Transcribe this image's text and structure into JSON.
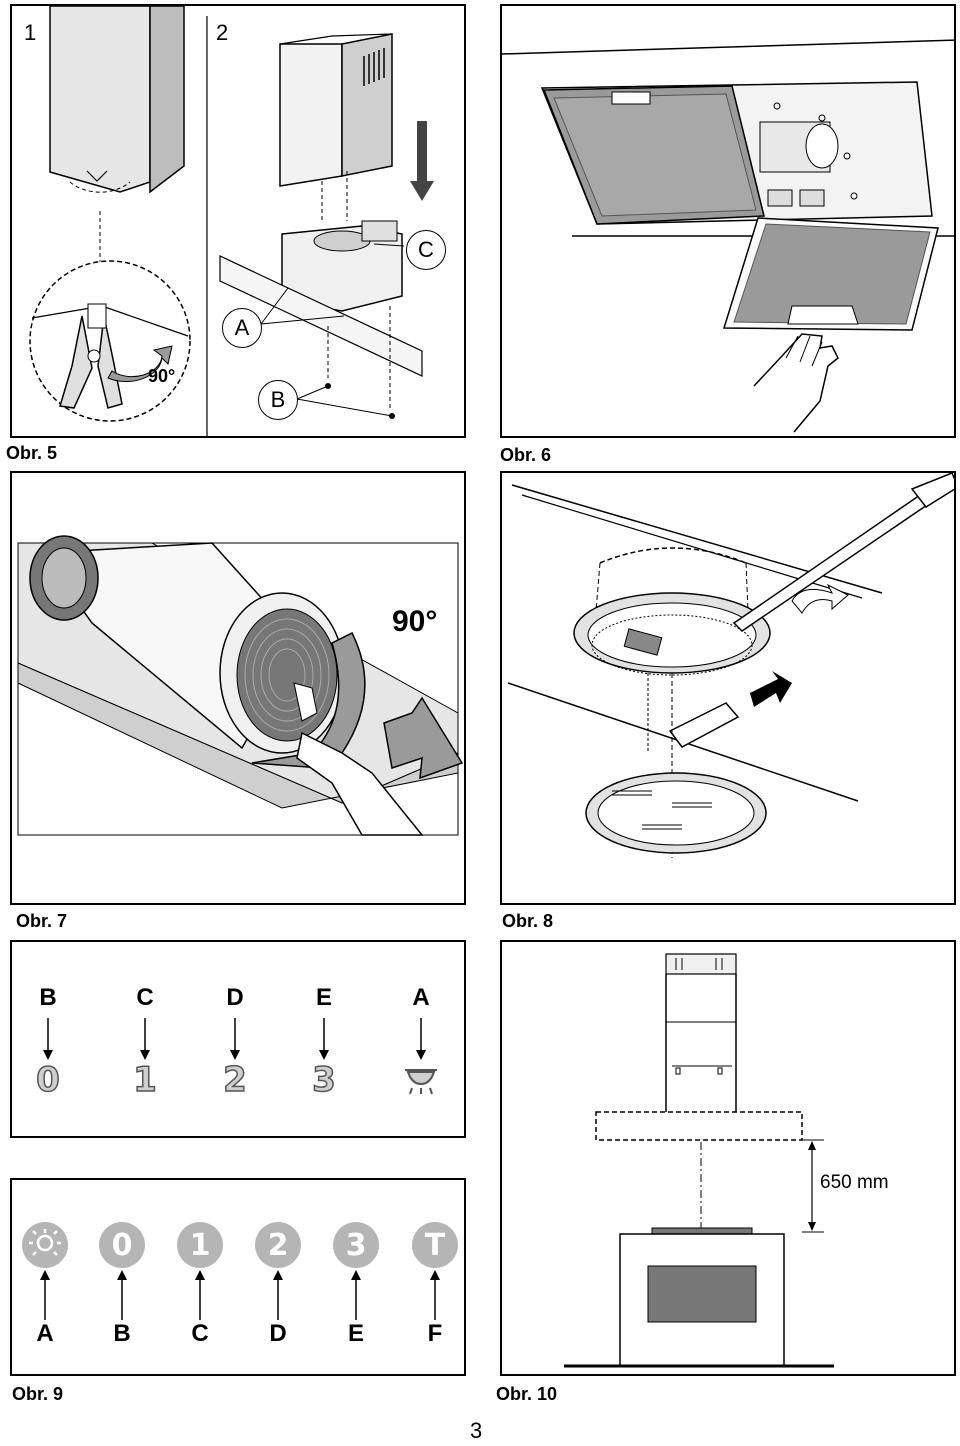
{
  "page_number": "3",
  "figures": {
    "obr5": {
      "caption": "Obr. 5",
      "step1": "1",
      "step2": "2",
      "angle": "90°",
      "label_a": "A",
      "label_b": "B",
      "label_c": "C"
    },
    "obr6": {
      "caption": "Obr. 6"
    },
    "obr7": {
      "caption": "Obr. 7",
      "angle": "90°"
    },
    "obr8": {
      "caption": "Obr. 8"
    },
    "obr9": {
      "caption": "Obr. 9",
      "top_keys": [
        {
          "letter": "B",
          "symbol": "0"
        },
        {
          "letter": "C",
          "symbol": "1"
        },
        {
          "letter": "D",
          "symbol": "2"
        },
        {
          "letter": "E",
          "symbol": "3"
        },
        {
          "letter": "A",
          "symbol": "lamp-icon"
        }
      ],
      "bottom_keys": [
        {
          "letter": "A",
          "symbol": "light-icon"
        },
        {
          "letter": "B",
          "symbol": "0"
        },
        {
          "letter": "C",
          "symbol": "1"
        },
        {
          "letter": "D",
          "symbol": "2"
        },
        {
          "letter": "E",
          "symbol": "3"
        },
        {
          "letter": "F",
          "symbol": "T"
        }
      ]
    },
    "obr10": {
      "caption": "Obr. 10",
      "dimension": "650 mm"
    }
  }
}
